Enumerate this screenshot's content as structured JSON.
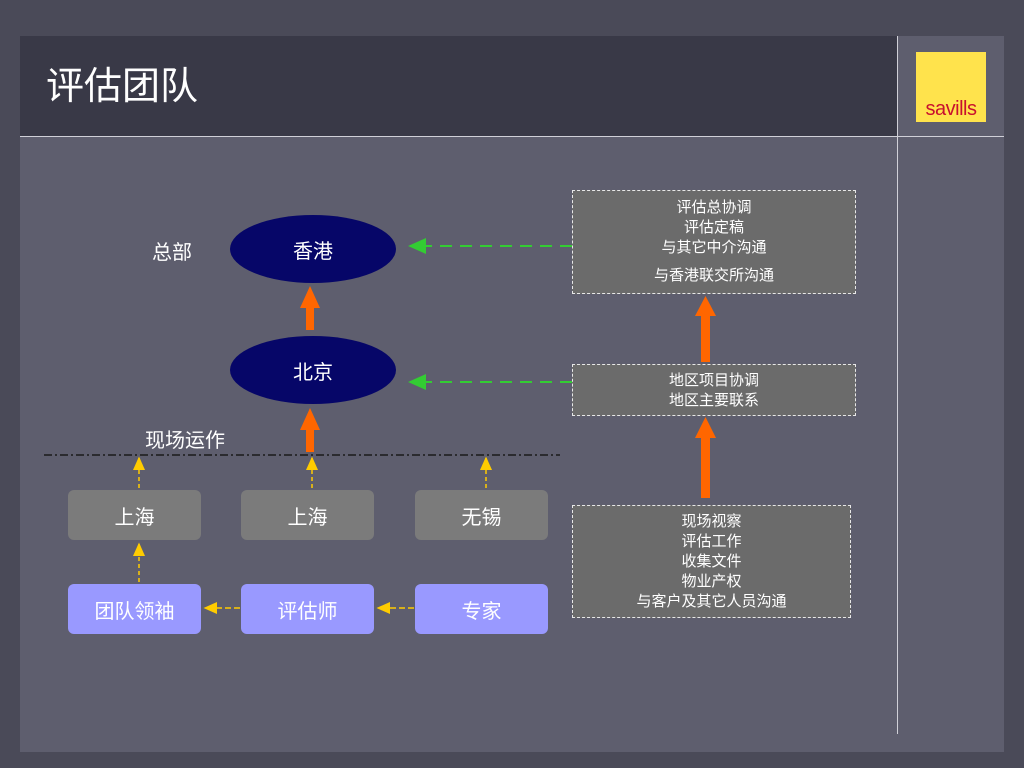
{
  "slide": {
    "title": "评估团队",
    "logo_text": "savills"
  },
  "diagram": {
    "hq_label": "总部",
    "field_label": "现场运作",
    "nodes": {
      "hongkong": "香港",
      "beijing": "北京",
      "shanghai_1": "上海",
      "shanghai_2": "上海",
      "wuxi": "无锡",
      "team_leader": "团队领袖",
      "appraiser": "评估师",
      "expert": "专家"
    },
    "duties": {
      "hq": [
        "评估总协调",
        "评估定稿",
        "与其它中介沟通",
        "与香港联交所沟通"
      ],
      "regional": [
        "地区项目协调",
        "地区主要联系"
      ],
      "field": [
        "现场视察",
        "评估工作",
        "收集文件",
        "物业产权",
        "与客户及其它人员沟通"
      ]
    },
    "colors": {
      "node_dark": "#060668",
      "node_gray": "#7b7b7b",
      "node_purple": "#9999ff",
      "arrow_orange": "#ff6600",
      "arrow_green": "#33cc33",
      "arrow_yellow": "#ffcc00"
    }
  }
}
